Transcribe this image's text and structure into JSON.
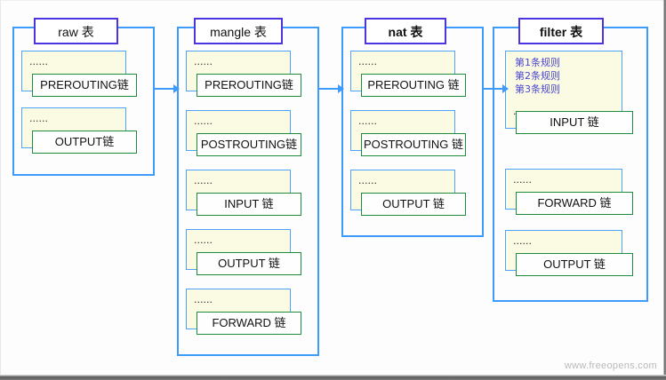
{
  "diagram": {
    "title": "iptables tables and chains flow",
    "watermark": "www.freeopens.com",
    "dots_glyph": "......",
    "colors": {
      "table_border": "#3d9bfb",
      "title_border": "#4a35e0",
      "chain_back_fill": "#fbfbe3",
      "chain_back_border": "#4da3fb",
      "chain_front_border": "#1f8b3c",
      "rule_text": "#4a46cf",
      "arrow": "#3d9bfb",
      "watermark": "#b9b9b9"
    },
    "tables": [
      {
        "id": "raw",
        "title": "raw 表",
        "bold": false,
        "chains": [
          {
            "label": "PREROUTING链",
            "dots": "......",
            "rules": []
          },
          {
            "label": "OUTPUT链",
            "dots": "......",
            "rules": []
          }
        ]
      },
      {
        "id": "mangle",
        "title": "mangle 表",
        "bold": false,
        "chains": [
          {
            "label": "PREROUTING链",
            "dots": "......",
            "rules": []
          },
          {
            "label": "POSTROUTING链",
            "dots": "......",
            "rules": []
          },
          {
            "label": "INPUT 链",
            "dots": "......",
            "rules": []
          },
          {
            "label": "OUTPUT 链",
            "dots": "......",
            "rules": []
          },
          {
            "label": "FORWARD 链",
            "dots": "......",
            "rules": []
          }
        ]
      },
      {
        "id": "nat",
        "title": "nat 表",
        "bold": true,
        "chains": [
          {
            "label": "PREROUTING 链",
            "dots": "......",
            "rules": []
          },
          {
            "label": "POSTROUTING 链",
            "dots": "......",
            "rules": []
          },
          {
            "label": "OUTPUT 链",
            "dots": "......",
            "rules": []
          }
        ]
      },
      {
        "id": "filter",
        "title": "filter 表",
        "bold": true,
        "chains": [
          {
            "label": "INPUT 链",
            "dots": "......",
            "rules": [
              "第1条规则",
              "第2条规则",
              "第3条规则"
            ]
          },
          {
            "label": "FORWARD 链",
            "dots": "......",
            "rules": []
          },
          {
            "label": "OUTPUT 链",
            "dots": "......",
            "rules": []
          }
        ]
      }
    ],
    "arrows": [
      {
        "from": "raw",
        "to": "mangle"
      },
      {
        "from": "mangle",
        "to": "nat"
      },
      {
        "from": "nat",
        "to": "filter"
      }
    ]
  }
}
